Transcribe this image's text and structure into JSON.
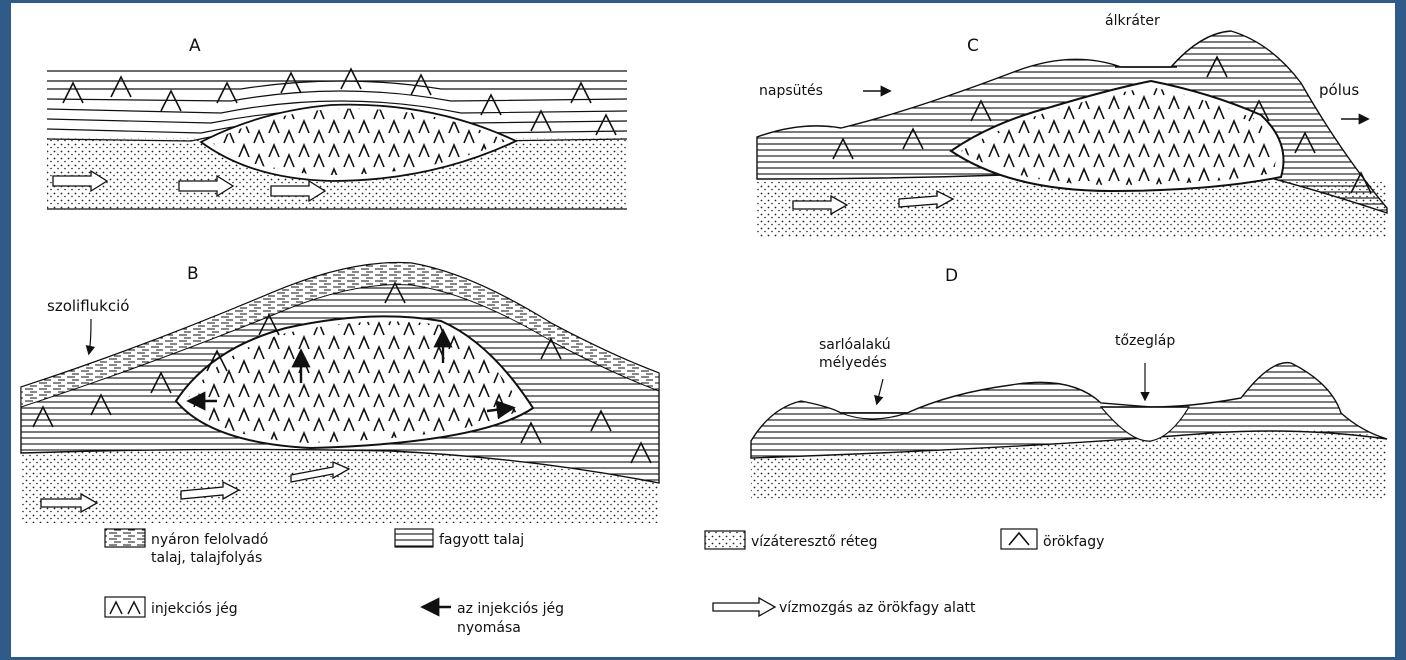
{
  "slide": {
    "border_color": "#2f5b8a"
  },
  "panels": {
    "a": {
      "letter": "A"
    },
    "b": {
      "letter": "B",
      "label_solifluction": "szoliflukció"
    },
    "c": {
      "letter": "C",
      "label_crater": "álkráter",
      "label_sun": "napsütés",
      "label_pole": "pólus"
    },
    "d": {
      "letter": "D",
      "label_depression_1": "sarlóalakú",
      "label_depression_2": "mélyedés",
      "label_bog": "tőzegláp"
    }
  },
  "legend": {
    "thaw_1": "nyáron felolvadó",
    "thaw_2": "talaj, talajfolyás",
    "frozen": "fagyott talaj",
    "aquifer": "vízáteresztő réteg",
    "permafrost": "örökfagy",
    "injection_ice": "injekciós jég",
    "pressure_1": "az injekciós jég",
    "pressure_2": "nyomása",
    "water_flow": "vízmozgás az örökfagy alatt"
  }
}
